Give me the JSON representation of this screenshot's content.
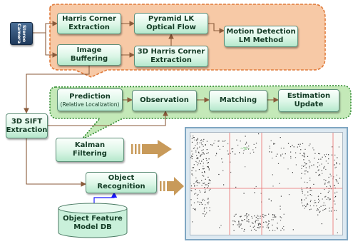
{
  "camera": {
    "label_line1": "Stereo",
    "label_line2": "Camera"
  },
  "nodes": {
    "harris_corner": {
      "line1": "Harris Corner",
      "line2": "Extraction"
    },
    "image_buffering": {
      "line1": "Image",
      "line2": "Buffering"
    },
    "pyramid_lk": {
      "line1": "Pyramid LK",
      "line2": "Optical Flow"
    },
    "harris_3d": {
      "line1": "3D Harris Corner",
      "line2": "Extraction"
    },
    "motion_detection": {
      "line1": "Motion Detection",
      "line2": "LM Method"
    },
    "prediction": {
      "line1": "Prediction",
      "line2": "(Relative Localization)"
    },
    "observation": {
      "line1": "Observation"
    },
    "matching": {
      "line1": "Matching"
    },
    "estimation": {
      "line1": "Estimation",
      "line2": "Update"
    },
    "sift_3d": {
      "line1": "3D SIFT",
      "line2": "Extraction"
    },
    "kalman": {
      "line1": "Kalman",
      "line2": "Filtering"
    },
    "object_recognition": {
      "line1": "Object",
      "line2": "Recognition"
    },
    "object_db": {
      "line1": "Object Feature",
      "line2": "Model DB"
    }
  },
  "colors": {
    "upper_cloud": "#f7c9a6",
    "upper_cloud_border": "#e07a3a",
    "lower_cloud": "#c4e9b8",
    "lower_cloud_border": "#2f8a2f",
    "arrow": "#8a5a3a",
    "db_link": "#1a1aff",
    "big_arrow": "#c89a5a",
    "map_axis": "#e86b6b",
    "map_marker": "#3fae3f"
  },
  "map_image": {
    "description_icon": "feature-point-map-image"
  }
}
